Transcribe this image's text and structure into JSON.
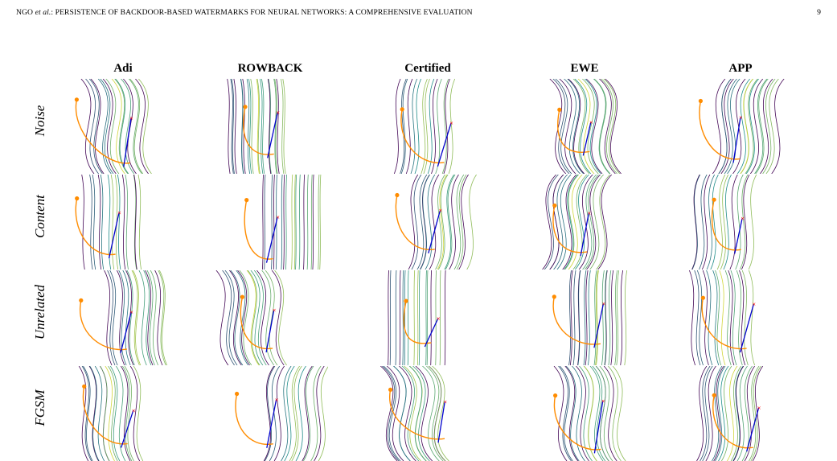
{
  "header": {
    "authors": "NGO ",
    "etal": "et al.",
    "title_rest": ": PERSISTENCE OF BACKDOOR-BASED WATERMARKS FOR NEURAL NETWORKS: A COMPREHENSIVE EVALUATION",
    "page_number": "9"
  },
  "columns": [
    "Adi",
    "ROWBACK",
    "Certified",
    "EWE",
    "APP"
  ],
  "rows": [
    "Noise",
    "Content",
    "Unrelated",
    "FGSM"
  ],
  "colors": {
    "contour_dark": "#440154",
    "contour_teal": "#21918c",
    "contour_yellow": "#fde725",
    "path_orange": "#ff8c00",
    "path_blue": "#0000cc",
    "marker_red": "#ff0000"
  }
}
